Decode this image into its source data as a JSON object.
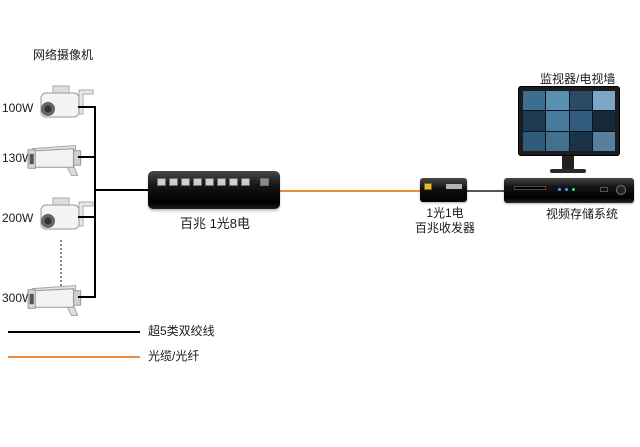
{
  "diagram": {
    "camera_group_label": "网络摄像机",
    "cameras": [
      {
        "label": "100W",
        "type": "ptz"
      },
      {
        "label": "130W",
        "type": "bullet"
      },
      {
        "label": "200W",
        "type": "ptz"
      },
      {
        "label": "300W",
        "type": "bullet"
      }
    ],
    "switch": {
      "label": "百兆 1光8电"
    },
    "transceiver": {
      "label_line1": "1光1电",
      "label_line2": "百兆收发器"
    },
    "monitor": {
      "label": "监视器/电视墙"
    },
    "storage": {
      "label": "视频存储系统"
    },
    "legend": [
      {
        "label": "超5类双绞线",
        "color": "#000000"
      },
      {
        "label": "光缆/光纤",
        "color": "#f08c3a"
      }
    ],
    "colors": {
      "copper_line": "#000000",
      "fiber_line": "#f08c3a"
    }
  }
}
